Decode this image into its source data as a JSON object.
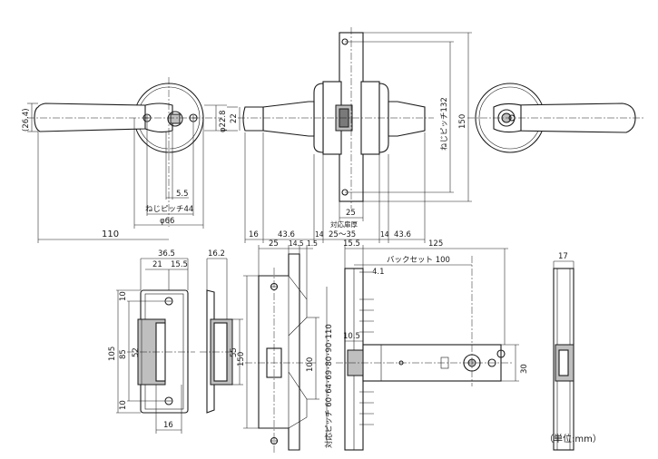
{
  "dimensions": {
    "handle_neck_height": "(26.4)",
    "rose_diameter": "φ22.8",
    "spindle_width": "22",
    "screw_offset": "5.5",
    "screw_pitch_rose": "ねじピッチ44",
    "rose_outer_diameter": "φ66",
    "lever_length": "110",
    "plate_screw_pitch": "ねじピッチ132",
    "plate_height": "150",
    "plate_width": "25",
    "door_thickness_label": "対応扉厚",
    "door_thickness_range": "25～35",
    "side_16": "16",
    "side_43_6_left": "43.6",
    "side_14_left": "14",
    "side_14_right": "14",
    "side_43_6_right": "43.6",
    "strike_36_5": "36.5",
    "strike_21": "21",
    "strike_15_5": "15.5",
    "strike_16_2": "16.2",
    "strike_10_top": "10",
    "strike_10_bottom": "10",
    "strike_105": "105",
    "strike_85": "85",
    "strike_52": "52",
    "strike_55": "55",
    "strike_16": "16",
    "front_25": "25",
    "front_14_5": "14.5",
    "front_1_5": "1.5",
    "front_150": "150",
    "front_100": "100",
    "front_pitch_label": "対応ピッチ 60･64･69･80･90･110",
    "body_15_5": "15.5",
    "body_125": "125",
    "backset_label": "バックセット 100",
    "body_4_1": "4.1",
    "body_10_5": "10.5",
    "body_30": "30",
    "body_17": "17",
    "unit_label": "（単位:mm）"
  }
}
